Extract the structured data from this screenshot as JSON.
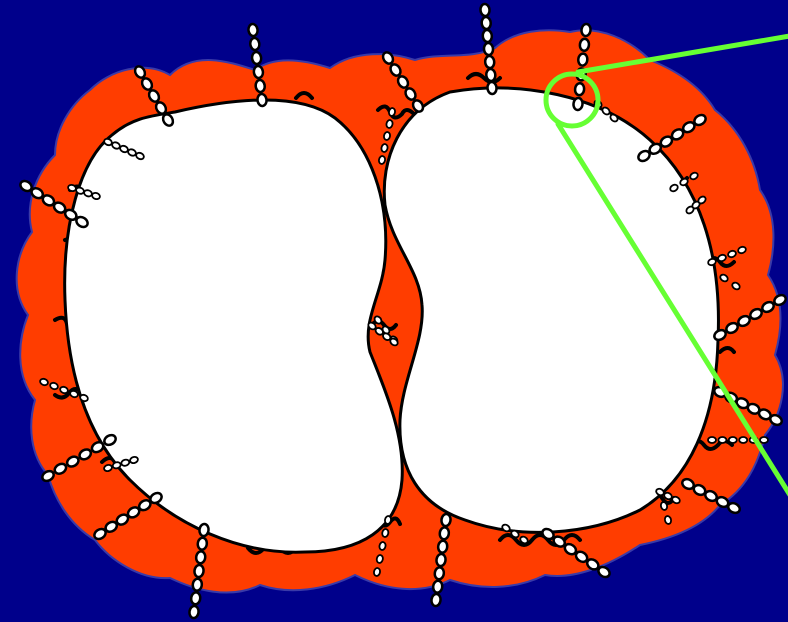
{
  "colors": {
    "background": "#00008B",
    "membrane": "#FF3D00",
    "cell_fill": "#FFFFFF",
    "outline": "#000000",
    "chain_bead": "#FFFFFF",
    "magnifier": "#66FF33"
  },
  "elements": {
    "cells": [
      "left-cell",
      "right-cell"
    ],
    "surface_feature": "bead-chains",
    "callout": "magnifier-circle-with-lines"
  }
}
